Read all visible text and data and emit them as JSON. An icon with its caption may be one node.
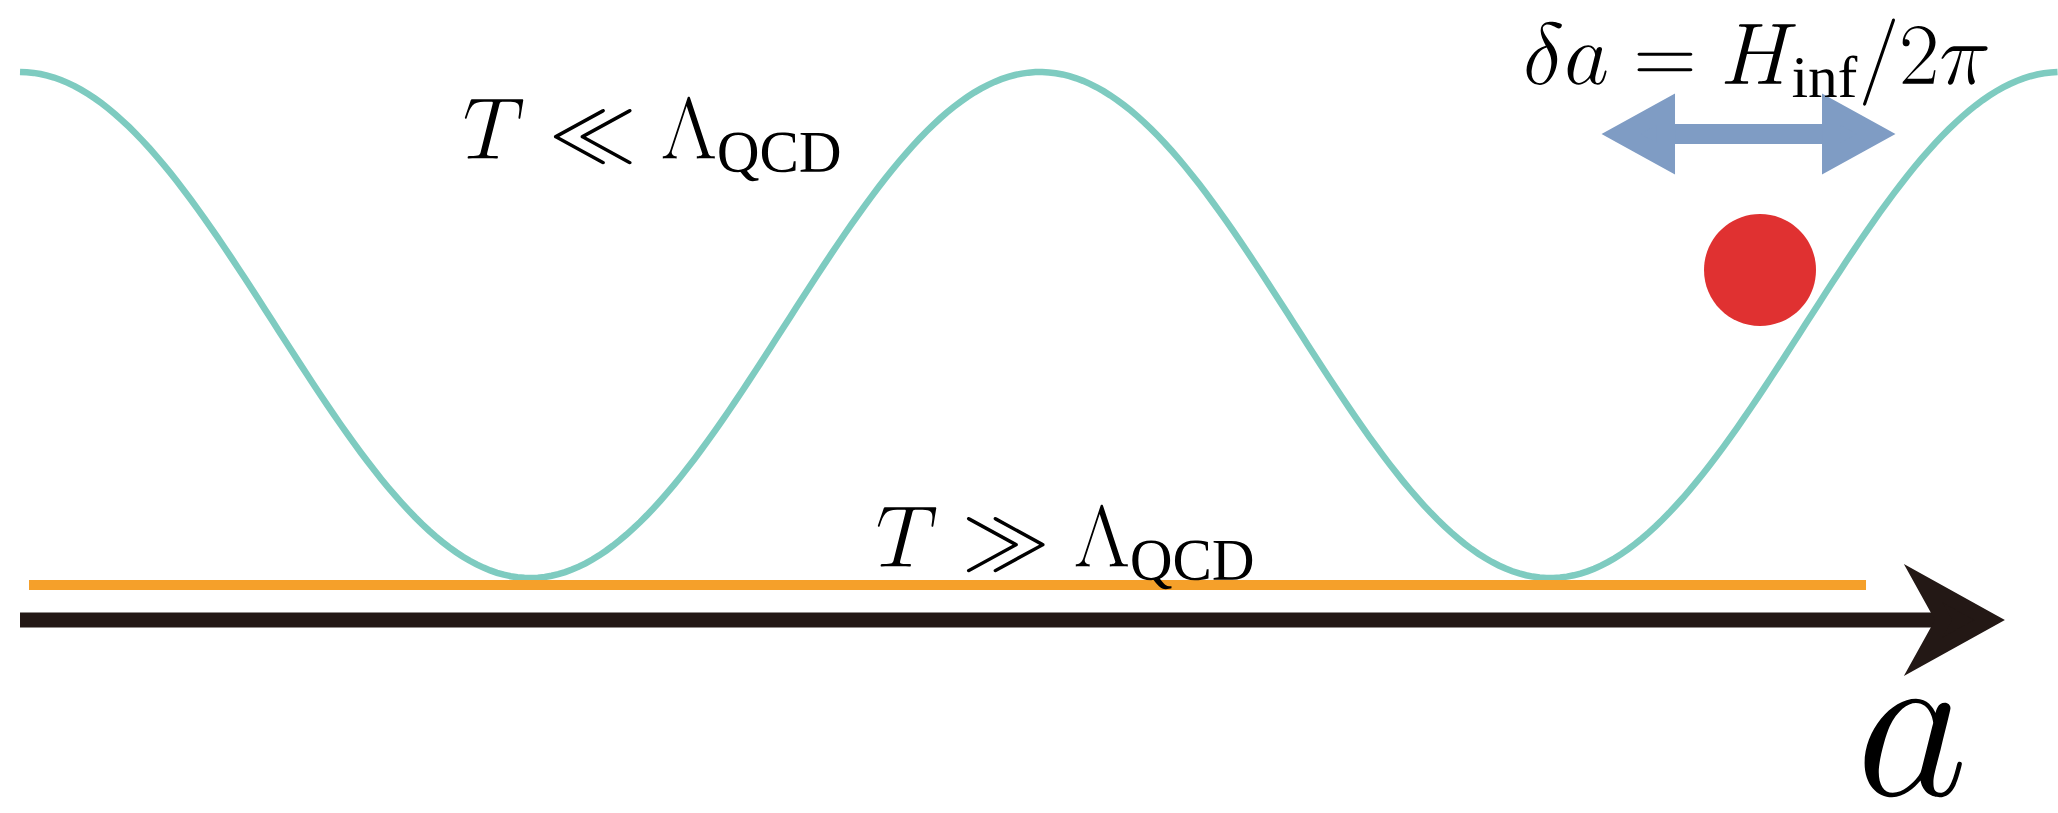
{
  "diagram": {
    "nodes": [
      {
        "text": [],
        "shape": "circle"
      }
    ],
    "labels": [
      "\\delta a = H_{\\mathrm{inf}}/2\\pi",
      "T \\ll \\Lambda_{\\mathrm{QCD}}",
      "T \\gg \\Lambda_{\\mathrm{QCD}}",
      "a"
    ]
  }
}
